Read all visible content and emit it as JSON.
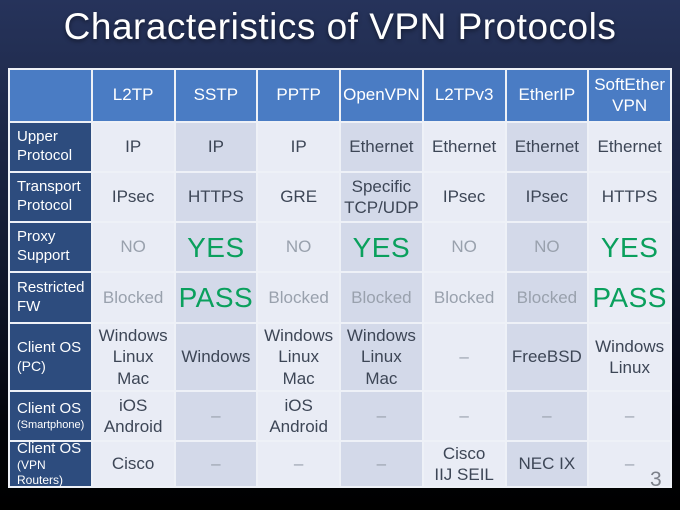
{
  "slide": {
    "title": "Characteristics of VPN Protocols",
    "page_number": "3"
  },
  "colors": {
    "background_top": "#26335b",
    "background_bottom": "#000000",
    "column_header_blue": "#4a7cc4",
    "row_header_blue": "#2d4c7e",
    "cell_light": "#e9ecf5",
    "cell_shaded": "#d3d9e9",
    "text_dark": "#3d4656",
    "text_gray": "#99a1ad",
    "text_green": "#0aa05d",
    "title_white": "#ffffff"
  },
  "table": {
    "columns": [
      "L2TP",
      "SSTP",
      "PPTP",
      "OpenVPN",
      "L2TPv3",
      "EtherIP",
      "SoftEther\nVPN"
    ],
    "rows": [
      {
        "header": {
          "line1": "Upper",
          "line2": "Protocol"
        },
        "cells": [
          "IP",
          "IP",
          "IP",
          "Ethernet",
          "Ethernet",
          "Ethernet",
          "Ethernet"
        ]
      },
      {
        "header": {
          "line1": "Transport",
          "line2": "Protocol"
        },
        "cells": [
          "IPsec",
          "HTTPS",
          "GRE",
          "Specific\nTCP/UDP",
          "IPsec",
          "IPsec",
          "HTTPS"
        ]
      },
      {
        "header": {
          "line1": "Proxy",
          "line2": "Support"
        },
        "cells": [
          "NO",
          "YES",
          "NO",
          "YES",
          "NO",
          "NO",
          "YES"
        ]
      },
      {
        "header": {
          "line1": "Restricted",
          "line2": "FW"
        },
        "cells": [
          "Blocked",
          "PASS",
          "Blocked",
          "Blocked",
          "Blocked",
          "Blocked",
          "PASS"
        ]
      },
      {
        "header": {
          "line1": "Client OS",
          "line2": "(PC)"
        },
        "cells": [
          "Windows\nLinux\nMac",
          "Windows",
          "Windows\nLinux\nMac",
          "Windows\nLinux\nMac",
          "–",
          "FreeBSD",
          "Windows\nLinux"
        ]
      },
      {
        "header": {
          "line1": "Client OS",
          "line2": "(Smartphone)"
        },
        "cells": [
          "iOS\nAndroid",
          "–",
          "iOS\nAndroid",
          "–",
          "–",
          "–",
          "–"
        ]
      },
      {
        "header": {
          "line1": "Client OS",
          "line2": "(VPN Routers)"
        },
        "cells": [
          "Cisco",
          "–",
          "–",
          "–",
          "Cisco\nIIJ SEIL",
          "NEC IX",
          "–"
        ]
      }
    ]
  }
}
